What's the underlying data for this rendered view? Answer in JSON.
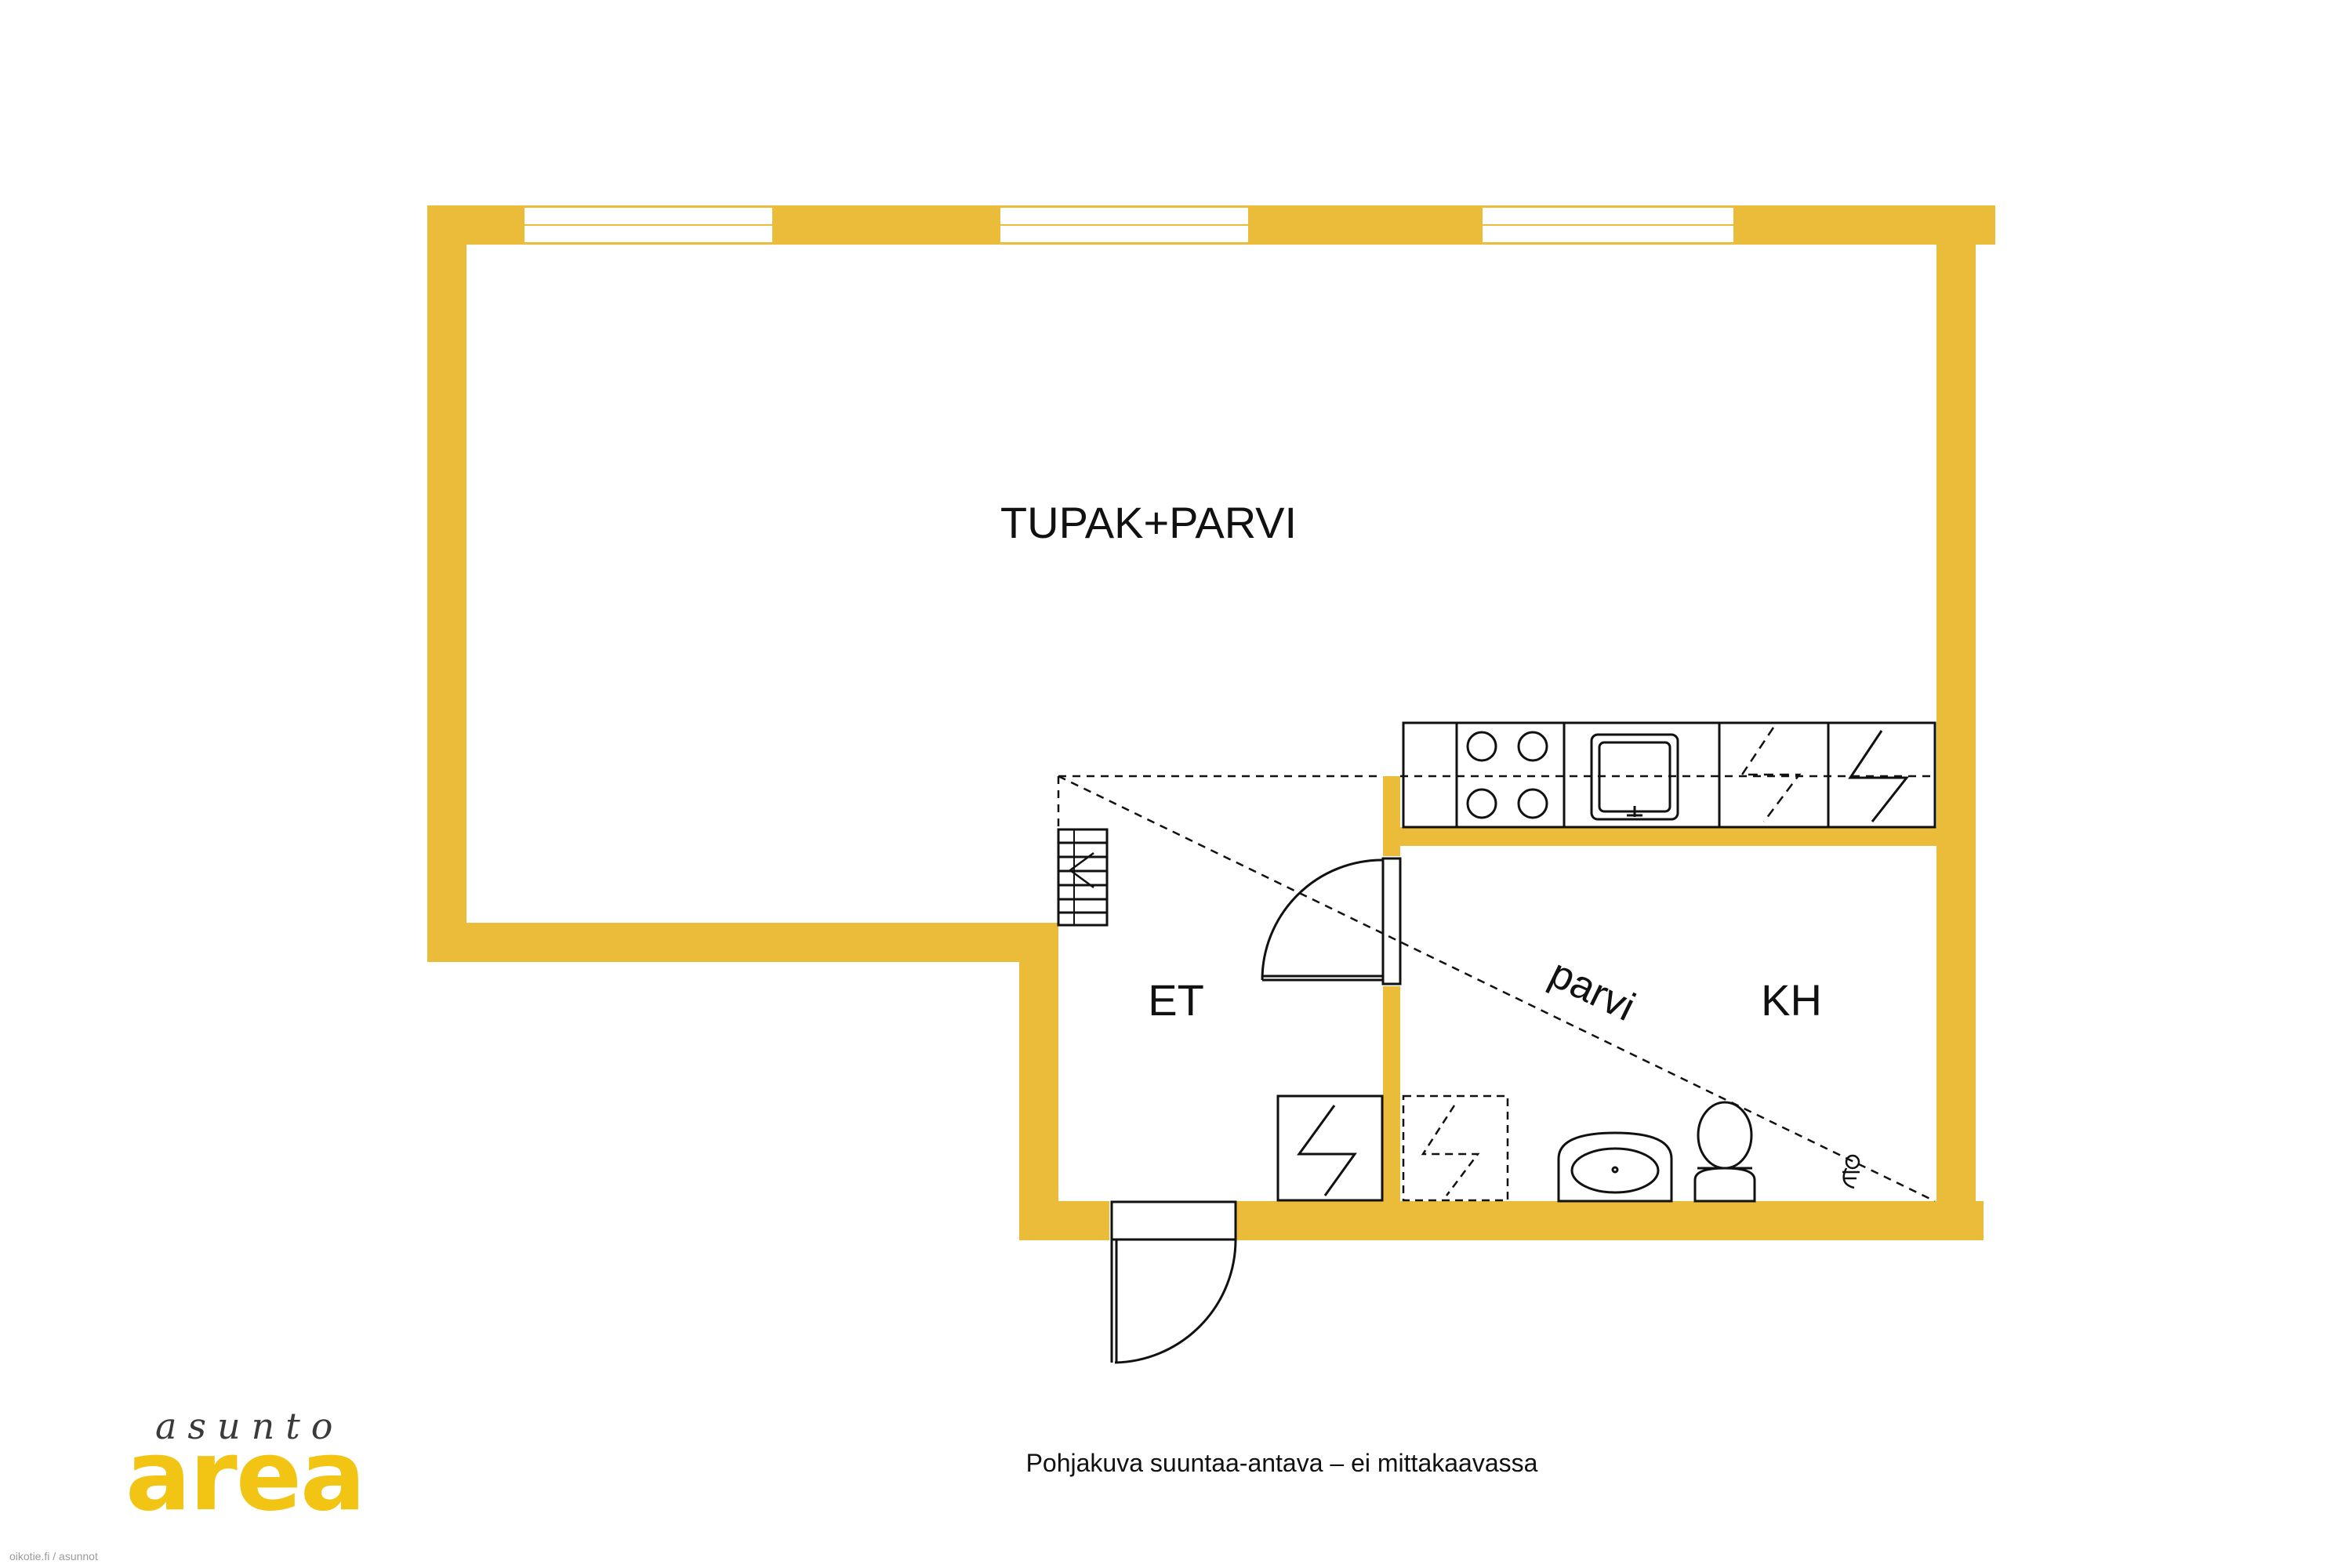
{
  "rooms": {
    "main": "TUPAK+PARVI",
    "entry": "ET",
    "bath": "KH",
    "loft": "parvi"
  },
  "caption": "Pohjakuva suuntaa-antava – ei mittakaavassa",
  "logo": {
    "top": "asunto",
    "main": "area"
  },
  "credit": "oikotie.fi / asunnot",
  "colors": {
    "wall": "#EBBC3A",
    "logo": "#F2C514",
    "line": "#111111"
  },
  "icons": [
    "stove-icon",
    "sink-icon",
    "cabinet-icon",
    "washbasin-icon",
    "toilet-icon",
    "floor-drain-icon",
    "stair-icon",
    "door-swing-icon"
  ]
}
